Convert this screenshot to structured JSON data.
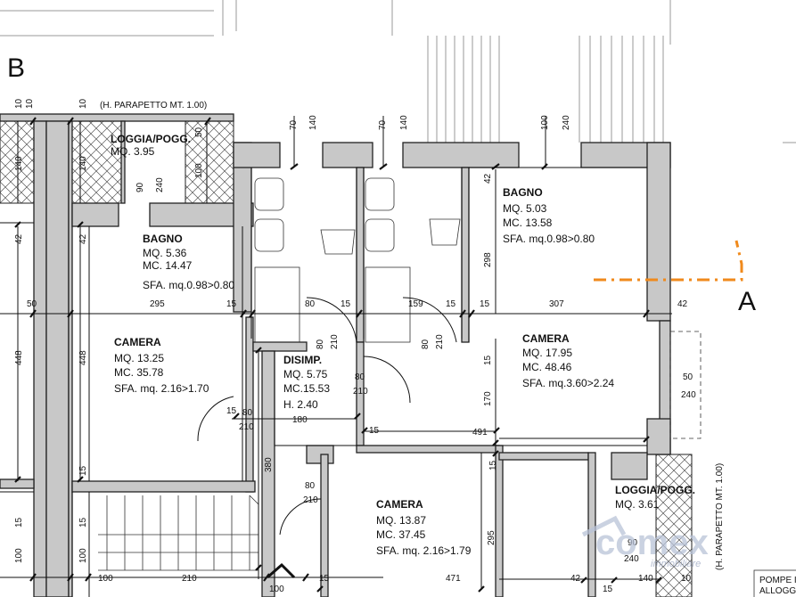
{
  "markers": {
    "b": "B",
    "a": "A"
  },
  "parapet_note": "(H. PARAPETTO MT. 1.00)",
  "parapet_note_vertical": "(H. PARAPETTO MT. 1.00)",
  "rooms": {
    "loggia_left": {
      "name": "LOGGIA/POGG.",
      "l1": "MQ. 3.95"
    },
    "bagno_left": {
      "name": "BAGNO",
      "l1": "MQ. 5.36",
      "l2": "MC. 14.47",
      "l3": "SFA. mq.0.98>0.80"
    },
    "camera_left": {
      "name": "CAMERA",
      "l1": "MQ. 13.25",
      "l2": "MC. 35.78",
      "l3": "SFA. mq. 2.16>1.70"
    },
    "disimp": {
      "name": "DISIMP.",
      "l1": "MQ. 5.75",
      "l2": "MC.15.53",
      "l3": "H. 2.40"
    },
    "bagno_right": {
      "name": "BAGNO",
      "l1": "MQ. 5.03",
      "l2": "MC. 13.58",
      "l3": "SFA. mq.0.98>0.80"
    },
    "camera_right": {
      "name": "CAMERA",
      "l1": "MQ. 17.95",
      "l2": "MC. 48.46",
      "l3": "SFA. mq.3.60>2.24"
    },
    "camera_bottom": {
      "name": "CAMERA",
      "l1": "MQ. 13.87",
      "l2": "MC. 37.45",
      "l3": "SFA. mq. 2.16>1.79"
    },
    "loggia_right": {
      "name": "LOGGIA/POGG.",
      "l1": "MQ. 3.61"
    }
  },
  "dims": {
    "d10a": "10",
    "d10b": "10",
    "d10c": "10",
    "d70a": "70",
    "d140a": "140",
    "d70b": "70",
    "d140b": "140",
    "d100a": "100",
    "d240a": "240",
    "d50a": "50",
    "d100b": "100",
    "d90a": "90",
    "d240b": "240",
    "d140c": "140",
    "d140d": "140",
    "d42a": "42",
    "d42b": "42",
    "d42c": "42",
    "d42d": "42",
    "d42e": "42",
    "d298": "298",
    "d50b": "50",
    "d295a": "295",
    "d15a": "15",
    "d80a": "80",
    "d15b": "15",
    "d159": "159",
    "d15c": "15",
    "d15d": "15",
    "d307": "307",
    "d448a": "448",
    "d448b": "448",
    "d80b": "80",
    "d210a": "210",
    "d80c": "80",
    "d210b": "210",
    "d15e": "15",
    "d80d": "80",
    "d210c": "210",
    "d15f": "15",
    "d80e": "80",
    "d210d": "210",
    "d180": "180",
    "d15g": "15",
    "d170": "170",
    "d50c": "50",
    "d240c": "240",
    "d15h": "15",
    "d491": "491",
    "d380": "380",
    "d15i": "15",
    "d80f": "80",
    "d210e": "210",
    "d295b": "295",
    "d15j": "15",
    "d100c": "100",
    "d15k": "15",
    "d100d": "100",
    "d100e": "100",
    "d210f": "210",
    "d100f": "100",
    "d15l": "15",
    "d471": "471",
    "d90b": "90",
    "d240d": "240",
    "d140e": "140",
    "d10d": "10",
    "d15m": "15"
  },
  "clipped": {
    "pompe": "POMPE I",
    "alloggi": "ALLOGGI"
  },
  "watermark": {
    "brand": "comex",
    "sub": "immobiliare"
  },
  "colors": {
    "section_line": "#f08a1c",
    "watermark": "#b9c3d8"
  }
}
